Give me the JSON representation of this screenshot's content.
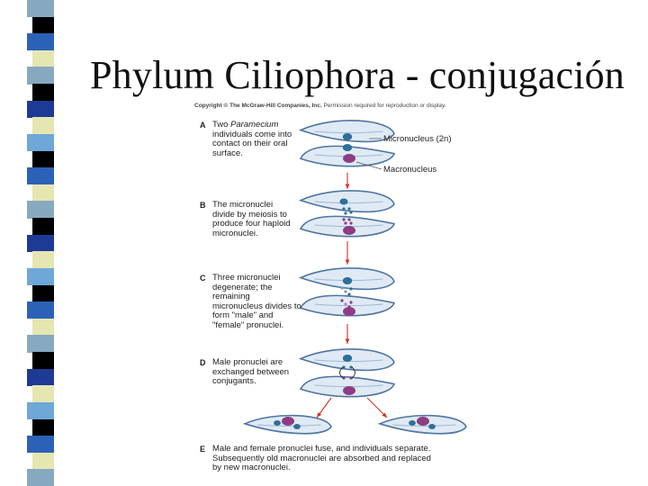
{
  "slide": {
    "title": "Phylum Ciliophora - conjugación"
  },
  "strip": {
    "colors": [
      "#87a9c0",
      "#000000",
      "#2b62b8",
      "#e6e6b0",
      "#87a9c0",
      "#000000",
      "#1d3a96",
      "#e6e6b0",
      "#6fa7d8",
      "#000000",
      "#2b62b8",
      "#e6e6b0",
      "#87a9c0",
      "#000000",
      "#1d3a96",
      "#e6e6b0",
      "#6fa7d8",
      "#000000",
      "#2b62b8",
      "#e6e6b0",
      "#87a9c0",
      "#000000",
      "#1d3a96",
      "#e6e6b0",
      "#6fa7d8",
      "#000000",
      "#2b62b8",
      "#e6e6b0",
      "#87a9c0"
    ]
  },
  "figure": {
    "copyright_bold": "Copyright © The McGraw-Hill Companies, Inc.",
    "copyright_rest": "Permission required for reproduction or display.",
    "labels": {
      "micronucleus": "Micronucleus (2n)",
      "macronucleus": "Macronucleus"
    },
    "steps": [
      {
        "letter": "A",
        "caption_pre": "Two ",
        "caption_em": "Paramecium",
        "caption_post": " individuals come into contact on their oral surface."
      },
      {
        "letter": "B",
        "caption": "The micronuclei divide by meiosis to produce four haploid micronuclei."
      },
      {
        "letter": "C",
        "caption": "Three micronuclei degenerate; the remaining micronucleus divides to form \"male\" and \"female\" pronuclei."
      },
      {
        "letter": "D",
        "caption": "Male pronuclei are exchanged between conjugants."
      },
      {
        "letter": "E",
        "caption": "Male and female pronuclei fuse, and individuals separate. Subsequently old macronuclei are absorbed and replaced by new macronuclei."
      }
    ],
    "colors": {
      "cell_fill": "#dfeaf5",
      "cell_stroke": "#4f76a0",
      "micronucleus": "#2f6f9a",
      "macronucleus": "#8e3d84",
      "arrow": "#cc3322"
    }
  }
}
